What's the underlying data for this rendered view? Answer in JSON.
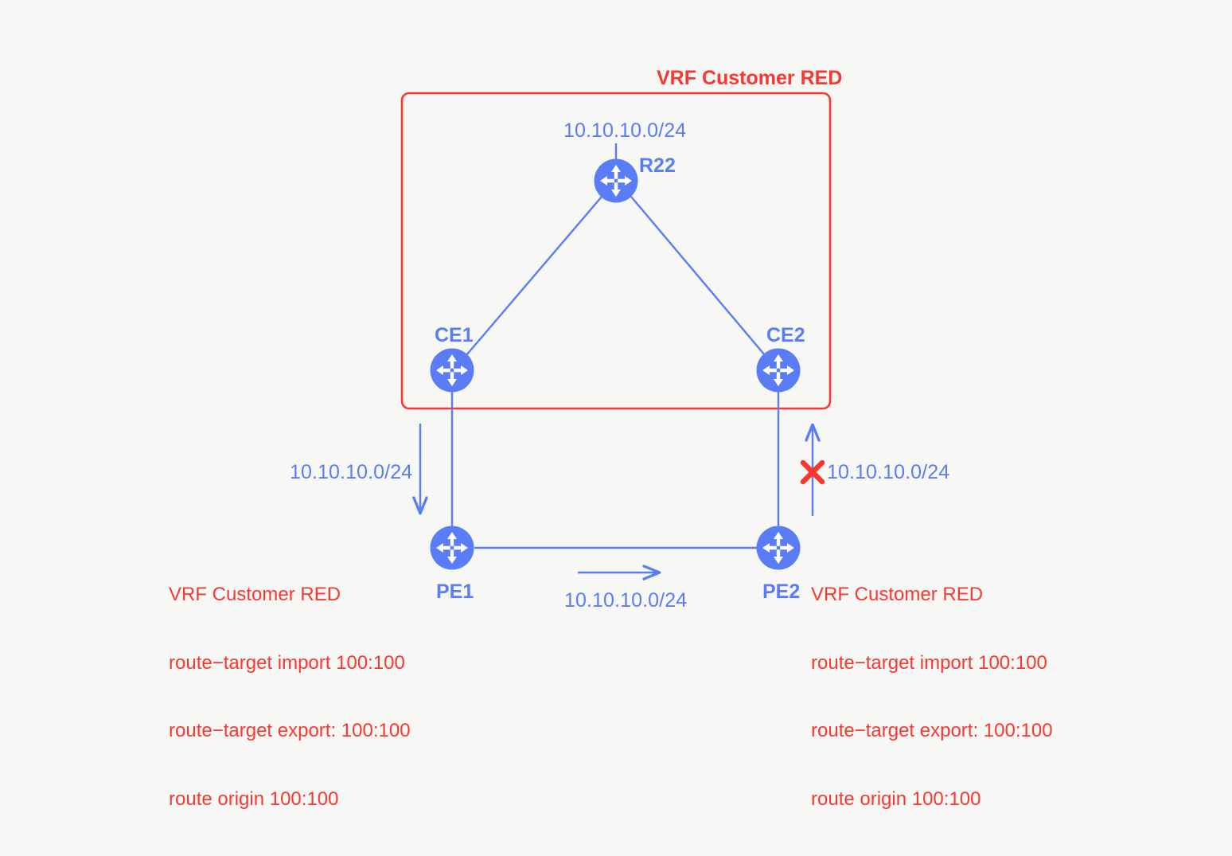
{
  "diagram": {
    "title": "VRF Customer RED",
    "colors": {
      "accent_blue": "#5b7cf7",
      "accent_red": "#fa372f",
      "background": "#f7f7f6"
    },
    "vrf_box_title": "VRF Customer RED",
    "nodes": [
      {
        "id": "r22",
        "label": "R22"
      },
      {
        "id": "ce1",
        "label": "CE1"
      },
      {
        "id": "ce2",
        "label": "CE2"
      },
      {
        "id": "pe1",
        "label": "PE1"
      },
      {
        "id": "pe2",
        "label": "PE2"
      }
    ],
    "prefix_labels": {
      "top": "10.10.10.0/24",
      "left_down": "10.10.10.0/24",
      "right_up": "10.10.10.0/24",
      "middle": "10.10.10.0/24"
    },
    "blocked_marker": "x-mark",
    "vrf_config_left": {
      "line1": "VRF Customer RED",
      "line2": "route−target import 100:100",
      "line3": "route−target export: 100:100",
      "line4": "route origin 100:100"
    },
    "vrf_config_right": {
      "line1": "VRF Customer RED",
      "line2": "route−target import 100:100",
      "line3": "route−target export: 100:100",
      "line4": "route origin 100:100"
    }
  }
}
